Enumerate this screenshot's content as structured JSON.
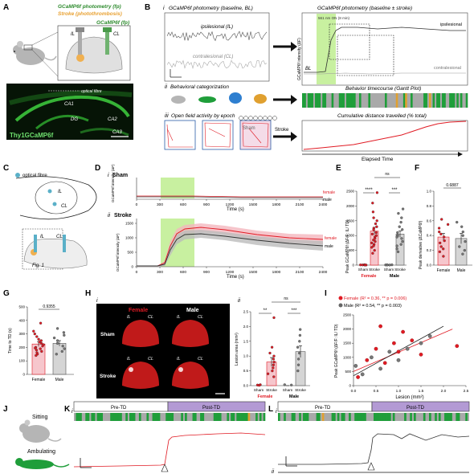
{
  "panelA": {
    "letter": "A",
    "fp_title": "GCaMP6f photometry (fp)",
    "stroke_title": "Stroke (photothrombosis)",
    "fp_right_title": "GCaMP6f (fp)",
    "il": "IL",
    "cl": "CL",
    "optical_fibre": "optical fibre",
    "ca1": "CA1",
    "ca2": "CA2",
    "ca3": "CA3",
    "dg": "DG",
    "thy": "Thy1GCaMP6f"
  },
  "panelB": {
    "letter": "B",
    "i": "i",
    "i_title": "GCaMP6f photometry (baseline, BL)",
    "ipsi": "ipsilesional (IL)",
    "contra": "contralesional (CL)",
    "right_title": "GCaMP6f photometry (baseline ± stroke)",
    "ylabel": "GCaMP6f intensity (ΔF)",
    "laser": "561 nm ON (8 min)",
    "ipsi_label": "ipsilesional",
    "contra_label": "contralesional",
    "bl": "BL",
    "ii": "ii",
    "ii_title": "Behavioral categorization",
    "gantt_title": "Behavior timecourse (Gantt Plot)",
    "iii": "iii",
    "iii_title": "Open field activity by epoch",
    "sham": "Sham",
    "stroke": "Stroke",
    "cum_title": "Cumulative distance travelled (% total)",
    "elapsed": "Elapsed Time",
    "colors": {
      "laser": "#c8f0a0",
      "ipsi_trace": "#444444",
      "contra_trace": "#999999",
      "sitting": "#a9a9a9",
      "ambulating": "#1f9e3a",
      "cum_line": "#e01b24"
    }
  },
  "panelC": {
    "letter": "C",
    "fibre": "optical fibre",
    "il": "IL",
    "cl": "CL",
    "fig1": "Fig. 1"
  },
  "panelD": {
    "letter": "D",
    "i": "i",
    "ii": "ii",
    "sham": "Sham",
    "stroke": "Stroke",
    "ylabel_i": "GCaMP6f intensity (ΔF)",
    "ylabel_ii": "GCaMP6f intensity (ΔF)",
    "xlabel": "Time (s)",
    "female": "female",
    "male": "male",
    "xticks": [
      "0",
      "300",
      "600",
      "900",
      "1200",
      "1500",
      "1800",
      "2100",
      "2400"
    ],
    "yticks_ii": [
      "0",
      "500",
      "1000",
      "1500"
    ]
  },
  "panelE": {
    "letter": "E",
    "ylabel": "Peak GCaMP6f (ΔF/F: IL/ TD)",
    "yticks": [
      "0",
      "500",
      "1000",
      "1500",
      "2000",
      "2500"
    ],
    "sig1": "****",
    "sig2": "***",
    "ns": "ns",
    "x1": "Sham",
    "x2": "Stroke",
    "x3": "Sham",
    "x4": "Stroke",
    "female": "Female",
    "male": "Male"
  },
  "panelF": {
    "letter": "F",
    "ylabel": "Peak derivative (ΔCaMP6f)",
    "p": "0.6887",
    "yticks": [
      "0.0",
      "0.2",
      "0.4",
      "0.6",
      "0.8",
      "1.0"
    ],
    "x1": "Female",
    "x2": "Male"
  },
  "panelG": {
    "letter": "G",
    "ylabel": "Time to TD (s)",
    "p": "0.9355",
    "yticks": [
      "0",
      "100",
      "200",
      "300",
      "400",
      "500"
    ],
    "x1": "Female",
    "x2": "Male"
  },
  "panelH": {
    "letter": "H",
    "i": "i",
    "ii": "ii",
    "female": "Female",
    "male": "Male",
    "sham": "Sham",
    "stroke": "Stroke",
    "il": "IL",
    "cl": "CL",
    "ylabel": "Lesion area (mm²)",
    "yticks": [
      "0.0",
      "0.5",
      "1.0",
      "1.5",
      "2.0",
      "2.5"
    ],
    "sig1": "**",
    "sig2": "***",
    "ns": "ns",
    "x1": "Sham",
    "x2": "Stroke",
    "x3": "Sham",
    "x4": "Stroke",
    "female_bottom": "Female",
    "male_bottom": "Male"
  },
  "panelI": {
    "letter": "I",
    "legend_f": "Female (R² = 0.36, ** p = 0.006)",
    "legend_m": "Male (R² = 0.54, ** p = 0.003)",
    "ylabel": "Peak GCaMP6f (ΔF/F: IL/ TD)",
    "xlabel": "Lesion (mm²)",
    "xticks": [
      "0.0",
      "0.5",
      "1.0",
      "1.5",
      "2.0",
      "2.5"
    ],
    "yticks": [
      "0",
      "500",
      "1000",
      "1500",
      "2000",
      "2500"
    ]
  },
  "panelJ": {
    "letter": "J",
    "sitting": "Sitting",
    "ambulating": "Ambulating"
  },
  "panelK": {
    "letter": "K",
    "i": "i",
    "pre": "Pre-TD",
    "post": "Post-TD"
  },
  "panelL": {
    "letter": "L",
    "i": "i",
    "ii": "ii",
    "pre": "Pre-TD",
    "post": "Post-TD"
  }
}
